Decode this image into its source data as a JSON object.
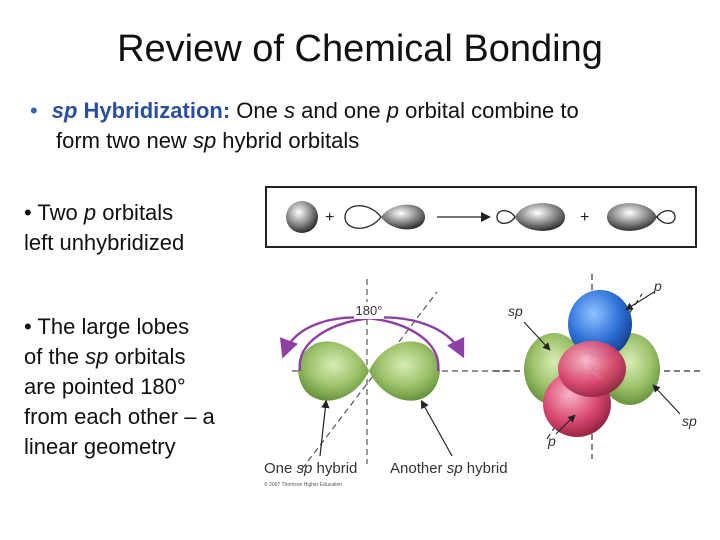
{
  "title": "Review of Chemical Bonding",
  "bullet_main": {
    "marker": "•",
    "head_italic": "sp",
    "head_rest": " Hybridization:",
    "text_1": " One ",
    "italic_s": "s",
    "text_2": " and one ",
    "italic_p": "p",
    "text_3": " orbital combine to",
    "line2_a": "form two new ",
    "line2_italic": "sp",
    "line2_b": " hybrid orbitals"
  },
  "bullet_two": {
    "marker": "•",
    "line1_a": " Two ",
    "line1_italic": "p",
    "line1_b": " orbitals",
    "line2": "left unhybridized"
  },
  "bullet_large": {
    "marker": "•",
    "line1": " The large lobes",
    "line2_a": "of the ",
    "line2_italic": "sp",
    "line2_b": " orbitals",
    "line3": "are pointed 180°",
    "line4": "from each other – a",
    "line5": "linear geometry"
  },
  "figure_top": {
    "plus_1": "+",
    "plus_2": "+"
  },
  "figure_bottom": {
    "angle_label": "180°",
    "caption_one_a": "One ",
    "caption_one_italic": "sp",
    "caption_one_b": " hybrid",
    "caption_another_a": "Another ",
    "caption_another_italic": "sp",
    "caption_another_b": " hybrid",
    "copyright": "© 2007 Thomson Higher Education",
    "label_sp_top": "sp",
    "label_p_top": "p",
    "label_sp_right": "sp",
    "label_p_bottom": "p"
  },
  "colors": {
    "bullet_blue": "#3a62b5",
    "heading_blue": "#2b4f9c",
    "green_lobe": "#9cc26a",
    "blue_lobe": "#2c6fd6",
    "pink_lobe": "#d9476f",
    "arrow_purple": "#8e3fa5"
  }
}
